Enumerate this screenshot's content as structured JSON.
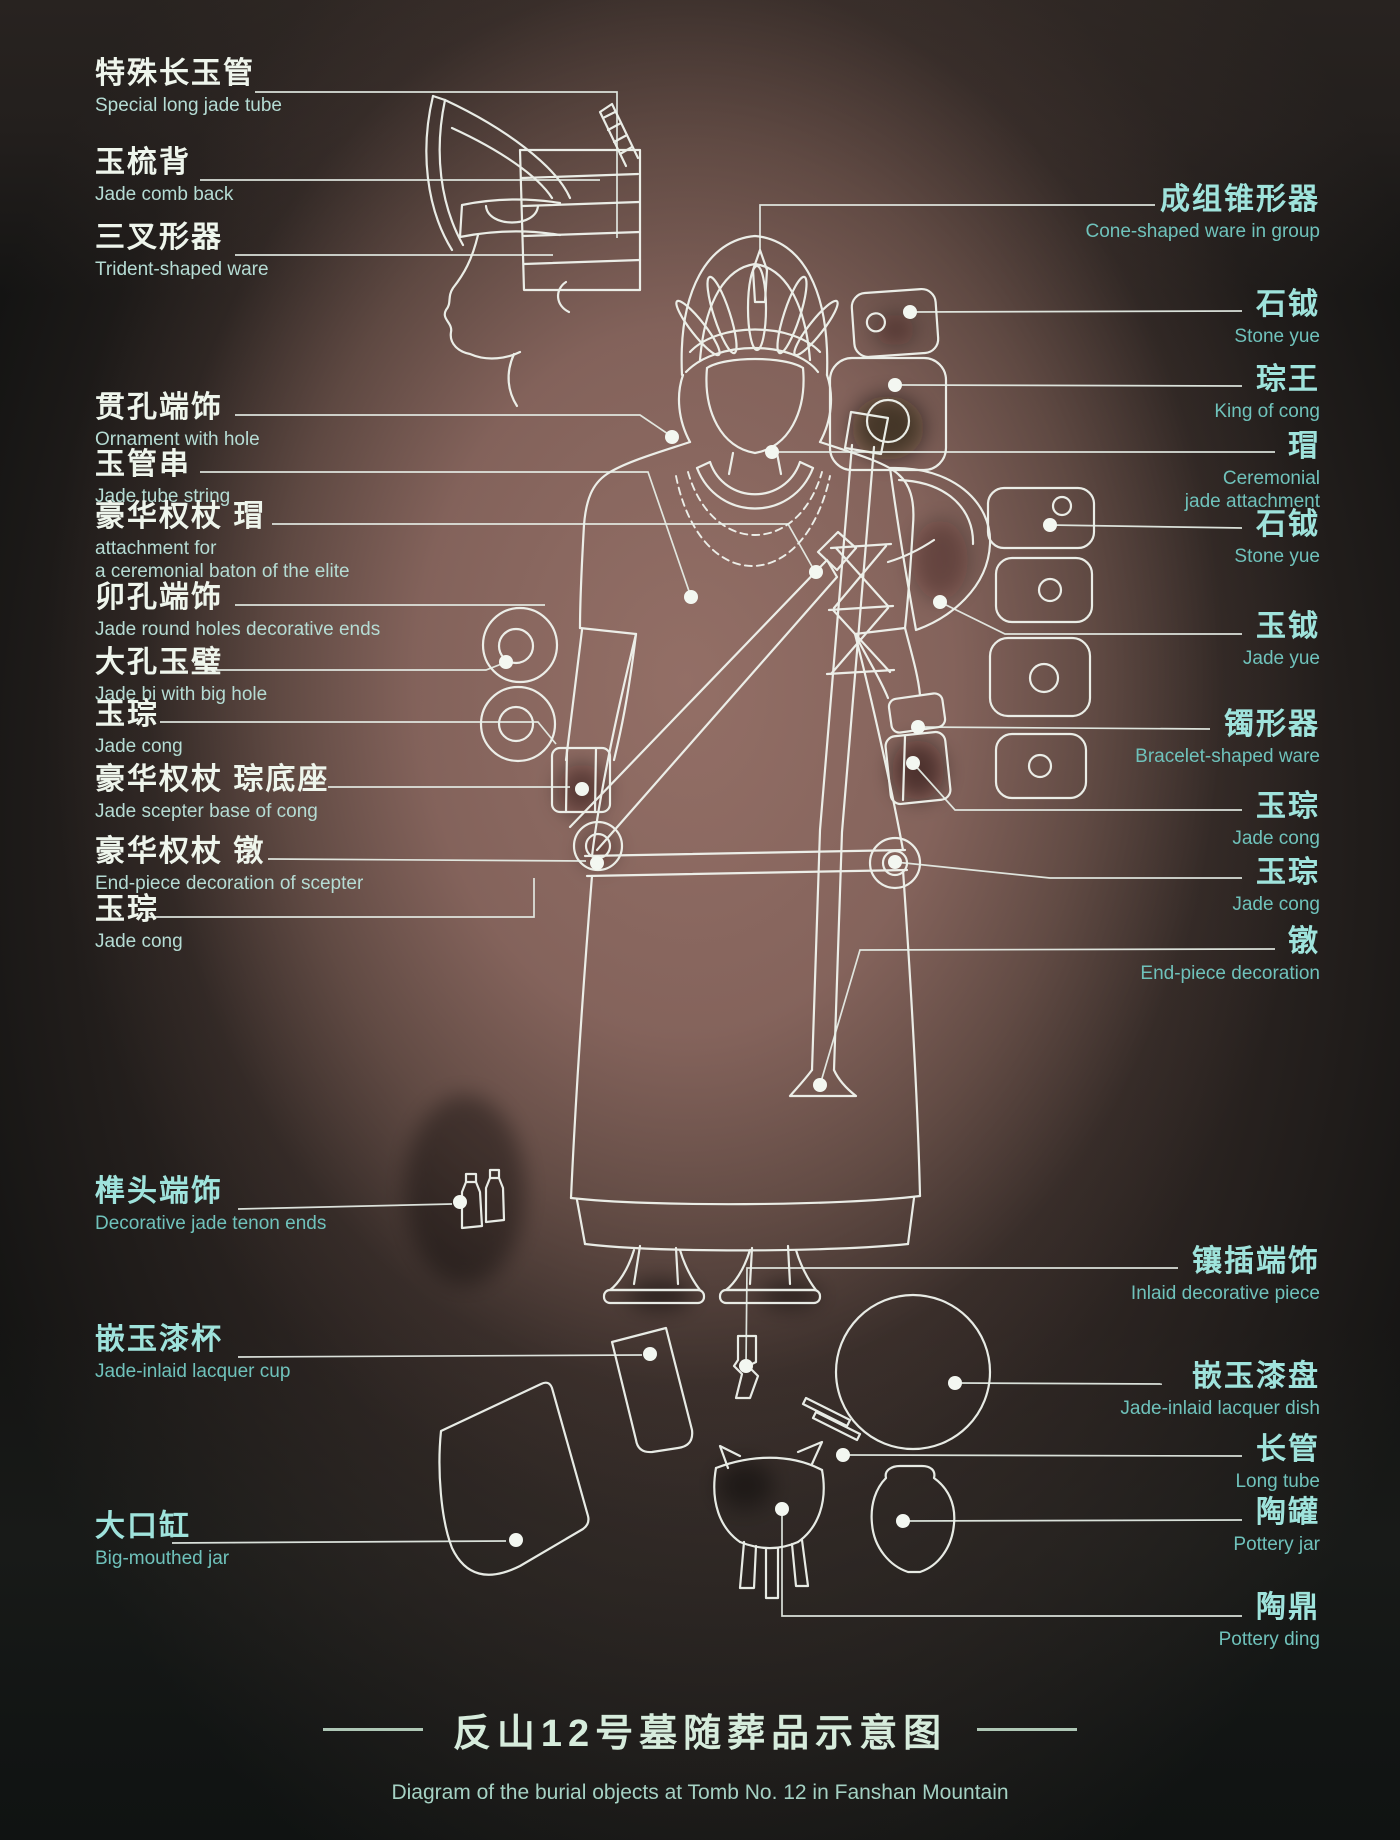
{
  "title": {
    "cn": "反山12号墓随葬品示意图",
    "en": "Diagram of the burial objects at Tomb No. 12 in Fanshan Mountain"
  },
  "labels": {
    "left": [
      {
        "cn": "特殊长玉管",
        "en": "Special long jade tube"
      },
      {
        "cn": "玉梳背",
        "en": "Jade comb back"
      },
      {
        "cn": "三叉形器",
        "en": "Trident-shaped ware"
      },
      {
        "cn": "贯孔端饰",
        "en": "Ornament with hole"
      },
      {
        "cn": "玉管串",
        "en": "Jade tube string"
      },
      {
        "cn": "豪华权杖 瑁",
        "en": "attachment for\na ceremonial baton of the elite"
      },
      {
        "cn": "卯孔端饰",
        "en": "Jade round holes decorative ends"
      },
      {
        "cn": "大孔玉璧",
        "en": "Jade bi with big hole"
      },
      {
        "cn": "玉琮",
        "en": "Jade cong"
      },
      {
        "cn": "豪华权杖 琮底座",
        "en": "Jade scepter base of cong"
      },
      {
        "cn": "豪华权杖 镦",
        "en": "End-piece decoration of scepter"
      },
      {
        "cn": "玉琮",
        "en": "Jade cong"
      },
      {
        "cn": "榫头端饰",
        "en": "Decorative jade tenon ends"
      },
      {
        "cn": "嵌玉漆杯",
        "en": "Jade-inlaid lacquer cup"
      },
      {
        "cn": "大口缸",
        "en": "Big-mouthed jar"
      }
    ],
    "right": [
      {
        "cn": "成组锥形器",
        "en": "Cone-shaped ware in group"
      },
      {
        "cn": "石钺",
        "en": "Stone yue"
      },
      {
        "cn": "琮王",
        "en": "King of cong"
      },
      {
        "cn": "瑁",
        "en": "Ceremonial\njade attachment"
      },
      {
        "cn": "石钺",
        "en": "Stone yue"
      },
      {
        "cn": "玉钺",
        "en": "Jade yue"
      },
      {
        "cn": "镯形器",
        "en": "Bracelet-shaped ware"
      },
      {
        "cn": "玉琮",
        "en": "Jade cong"
      },
      {
        "cn": "玉琮",
        "en": "Jade cong"
      },
      {
        "cn": "镦",
        "en": "End-piece decoration"
      },
      {
        "cn": "镶插端饰",
        "en": "Inlaid decorative piece"
      },
      {
        "cn": "嵌玉漆盘",
        "en": "Jade-inlaid lacquer dish"
      },
      {
        "cn": "长管",
        "en": "Long tube"
      },
      {
        "cn": "陶罐",
        "en": "Pottery jar"
      },
      {
        "cn": "陶鼎",
        "en": "Pottery ding"
      }
    ]
  },
  "colors": {
    "background_center": "#967170",
    "background_edge": "#141413",
    "line_art": "#f2f6f0",
    "label_white": "#eef5ec",
    "label_cyan": "#9fe3dc",
    "title": "#d6ecdc"
  }
}
